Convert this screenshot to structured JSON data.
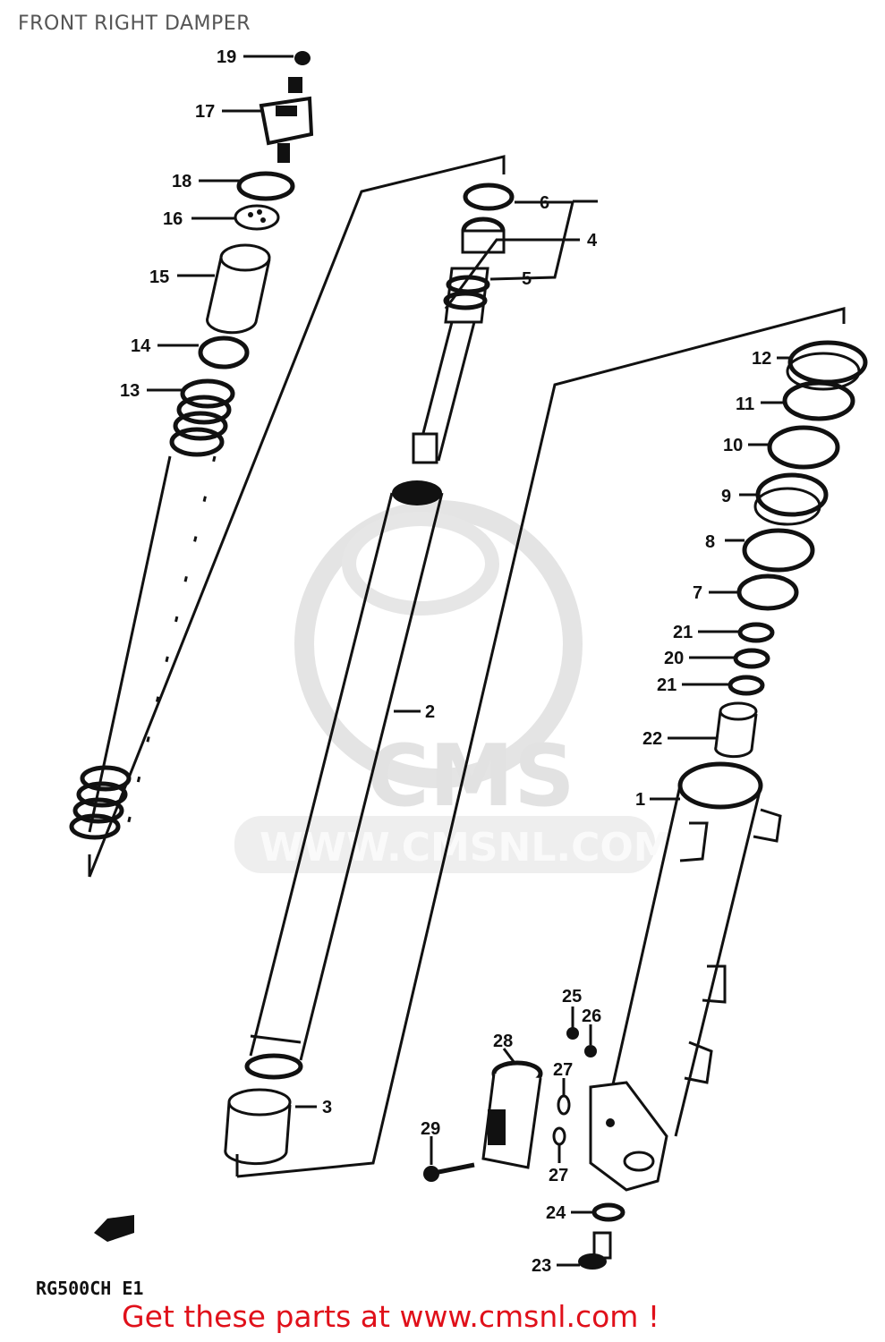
{
  "title": "FRONT RIGHT DAMPER",
  "model_code": "RG500CH E1",
  "call_to_action": "Get these parts at www.cmsnl.com !",
  "watermark": {
    "brand": "CMS",
    "url": "WWW.CMSNL.COM"
  },
  "callouts": [
    {
      "id": "c19",
      "text": "19"
    },
    {
      "id": "c17",
      "text": "17"
    },
    {
      "id": "c18",
      "text": "18"
    },
    {
      "id": "c16",
      "text": "16"
    },
    {
      "id": "c15",
      "text": "15"
    },
    {
      "id": "c14",
      "text": "14"
    },
    {
      "id": "c13",
      "text": "13"
    },
    {
      "id": "c6",
      "text": "6"
    },
    {
      "id": "c4",
      "text": "4"
    },
    {
      "id": "c5",
      "text": "5"
    },
    {
      "id": "c12",
      "text": "12"
    },
    {
      "id": "c11",
      "text": "11"
    },
    {
      "id": "c10",
      "text": "10"
    },
    {
      "id": "c9",
      "text": "9"
    },
    {
      "id": "c8",
      "text": "8"
    },
    {
      "id": "c7",
      "text": "7"
    },
    {
      "id": "c21a",
      "text": "21"
    },
    {
      "id": "c20",
      "text": "20"
    },
    {
      "id": "c21b",
      "text": "21"
    },
    {
      "id": "c22",
      "text": "22"
    },
    {
      "id": "c1",
      "text": "1"
    },
    {
      "id": "c2",
      "text": "2"
    },
    {
      "id": "c3",
      "text": "3"
    },
    {
      "id": "c25",
      "text": "25"
    },
    {
      "id": "c26",
      "text": "26"
    },
    {
      "id": "c28a",
      "text": "28"
    },
    {
      "id": "c27a",
      "text": "27"
    },
    {
      "id": "c29",
      "text": "29"
    },
    {
      "id": "c27b",
      "text": "27"
    },
    {
      "id": "c24",
      "text": "24"
    },
    {
      "id": "c23",
      "text": "23"
    }
  ],
  "colors": {
    "cta": "#e0101a",
    "line": "#111111",
    "watermark": "#e4e4e4"
  }
}
